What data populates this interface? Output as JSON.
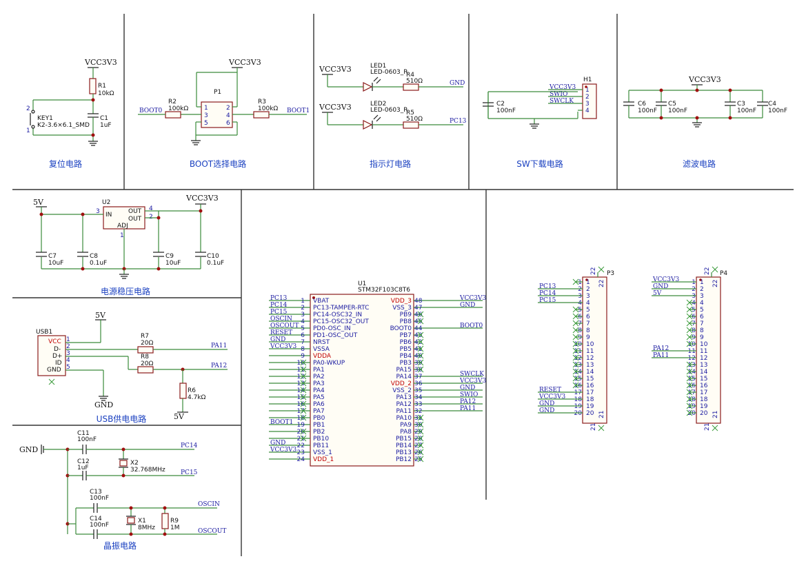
{
  "sections": {
    "reset": "复位电路",
    "boot": "BOOT选择电路",
    "led": "指示灯电路",
    "sw": "SW下载电路",
    "filter": "滤波电路",
    "power": "电源稳压电路",
    "usb": "USB供电电路",
    "crystal": "晶振电路"
  },
  "nets": {
    "vcc3v3": "VCC3V3",
    "v5": "5V",
    "gnd": "GND",
    "boot0": "BOOT0",
    "boot1": "BOOT1",
    "pc13": "PC13",
    "pc14": "PC14",
    "pc15": "PC15",
    "pa11": "PA11",
    "pa12": "PA12",
    "oscin": "OSCIN",
    "oscout": "OSCOUT",
    "swio": "SWIO",
    "swclk": "SWCLK",
    "reset": "RESET"
  },
  "parts": {
    "r1": {
      "ref": "R1",
      "val": "10kΩ"
    },
    "c1": {
      "ref": "C1",
      "val": "1uF"
    },
    "key1": {
      "ref": "KEY1",
      "val": "K2-3.6×6.1_SMD"
    },
    "r2": {
      "ref": "R2",
      "val": "100kΩ"
    },
    "r3": {
      "ref": "R3",
      "val": "100kΩ"
    },
    "p1": {
      "ref": "P1"
    },
    "led1": {
      "ref": "LED1",
      "val": "LED-0603_R"
    },
    "led2": {
      "ref": "LED2",
      "val": "LED-0603_R"
    },
    "r4": {
      "ref": "R4",
      "val": "510Ω"
    },
    "r5": {
      "ref": "R5",
      "val": "510Ω"
    },
    "h1": {
      "ref": "H1"
    },
    "c2": {
      "ref": "C2",
      "val": "100nF"
    },
    "c3": {
      "ref": "C3",
      "val": "100nF"
    },
    "c4": {
      "ref": "C4",
      "val": "100nF"
    },
    "c5": {
      "ref": "C5",
      "val": "100nF"
    },
    "c6": {
      "ref": "C6",
      "val": "100nF"
    },
    "u2": {
      "ref": "U2",
      "in": "IN",
      "out": "OUT",
      "adj": "ADJ"
    },
    "c7": {
      "ref": "C7",
      "val": "10uF"
    },
    "c8": {
      "ref": "C8",
      "val": "0.1uF"
    },
    "c9": {
      "ref": "C9",
      "val": "10uF"
    },
    "c10": {
      "ref": "C10",
      "val": "0.1uF"
    },
    "usb1": {
      "ref": "USB1",
      "vcc": "VCC",
      "dm": "D-",
      "dp": "D+",
      "id": "ID",
      "gnd": "GND"
    },
    "r6": {
      "ref": "R6",
      "val": "4.7kΩ"
    },
    "r7": {
      "ref": "R7",
      "val": "20Ω"
    },
    "r8": {
      "ref": "R8",
      "val": "20Ω"
    },
    "c11": {
      "ref": "C11",
      "val": "100nF"
    },
    "c12": {
      "ref": "C12",
      "val": "1uF"
    },
    "c13": {
      "ref": "C13",
      "val": "100nF"
    },
    "c14": {
      "ref": "C14",
      "val": "100nF"
    },
    "x1": {
      "ref": "X1",
      "val": "8MHz"
    },
    "x2": {
      "ref": "X2",
      "val": "32.768MHz"
    },
    "r9": {
      "ref": "R9",
      "val": "1M"
    },
    "u1": {
      "ref": "U1",
      "val": "STM32F103C8T6"
    },
    "p3": {
      "ref": "P3"
    },
    "p4": {
      "ref": "P4"
    }
  },
  "u1_left": [
    {
      "n": "1",
      "name": "VBAT",
      "net": "PC13",
      "red": false
    },
    {
      "n": "2",
      "name": "PC13-TAMPER-RTC",
      "net": "PC14",
      "red": false
    },
    {
      "n": "3",
      "name": "PC14-OSC32_IN",
      "net": "PC15",
      "red": false
    },
    {
      "n": "4",
      "name": "PC15-OSC32_OUT",
      "net": "OSCIN",
      "red": false
    },
    {
      "n": "5",
      "name": "PD0-OSC_IN",
      "net": "OSCOUT",
      "red": false
    },
    {
      "n": "6",
      "name": "PD1-OSC_OUT",
      "net": "RESET",
      "red": false
    },
    {
      "n": "7",
      "name": "NRST",
      "net": "GND",
      "red": false
    },
    {
      "n": "8",
      "name": "VSSA",
      "net": "VCC3V3",
      "red": false
    },
    {
      "n": "9",
      "name": "VDDA",
      "net": "",
      "red": true
    },
    {
      "n": "10",
      "name": "PA0-WKUP",
      "net": "",
      "red": false
    },
    {
      "n": "11",
      "name": "PA1",
      "net": "",
      "red": false
    },
    {
      "n": "12",
      "name": "PA2",
      "net": "",
      "red": false
    },
    {
      "n": "13",
      "name": "PA3",
      "net": "",
      "red": false
    },
    {
      "n": "14",
      "name": "PA4",
      "net": "",
      "red": false
    },
    {
      "n": "15",
      "name": "PA5",
      "net": "",
      "red": false
    },
    {
      "n": "16",
      "name": "PA6",
      "net": "",
      "red": false
    },
    {
      "n": "17",
      "name": "PA7",
      "net": "",
      "red": false
    },
    {
      "n": "18",
      "name": "PB0",
      "net": "",
      "red": false
    },
    {
      "n": "19",
      "name": "PB1",
      "net": "BOOT1",
      "red": false
    },
    {
      "n": "20",
      "name": "PB2",
      "net": "",
      "red": false
    },
    {
      "n": "21",
      "name": "PB10",
      "net": "",
      "red": false
    },
    {
      "n": "22",
      "name": "PB11",
      "net": "GND",
      "red": false
    },
    {
      "n": "23",
      "name": "VSS_1",
      "net": "VCC3V3",
      "red": false
    },
    {
      "n": "24",
      "name": "VDD_1",
      "net": "",
      "red": true
    }
  ],
  "u1_right": [
    {
      "n": "48",
      "name": "VDD_3",
      "net": "VCC3V3",
      "red": true
    },
    {
      "n": "47",
      "name": "VSS_3",
      "net": "GND",
      "red": false
    },
    {
      "n": "46",
      "name": "PB9",
      "net": "",
      "red": false
    },
    {
      "n": "45",
      "name": "PB8",
      "net": "",
      "red": false
    },
    {
      "n": "44",
      "name": "BOOT0",
      "net": "BOOT0",
      "red": false
    },
    {
      "n": "43",
      "name": "PB7",
      "net": "",
      "red": false
    },
    {
      "n": "42",
      "name": "PB6",
      "net": "",
      "red": false
    },
    {
      "n": "41",
      "name": "PB5",
      "net": "",
      "red": false
    },
    {
      "n": "40",
      "name": "PB4",
      "net": "",
      "red": false
    },
    {
      "n": "39",
      "name": "PB3",
      "net": "",
      "red": false
    },
    {
      "n": "38",
      "name": "PA15",
      "net": "",
      "red": false
    },
    {
      "n": "37",
      "name": "PA14",
      "net": "SWCLK",
      "red": false
    },
    {
      "n": "36",
      "name": "VDD_2",
      "net": "VCC3V3",
      "red": true
    },
    {
      "n": "35",
      "name": "VSS_2",
      "net": "GND",
      "red": false
    },
    {
      "n": "34",
      "name": "PA13",
      "net": "SWIO",
      "red": false
    },
    {
      "n": "33",
      "name": "PA12",
      "net": "PA12",
      "red": false
    },
    {
      "n": "32",
      "name": "PA11",
      "net": "PA11",
      "red": false
    },
    {
      "n": "31",
      "name": "PA10",
      "net": "",
      "red": false
    },
    {
      "n": "30",
      "name": "PA9",
      "net": "",
      "red": false
    },
    {
      "n": "29",
      "name": "PA8",
      "net": "",
      "red": false
    },
    {
      "n": "28",
      "name": "PB15",
      "net": "",
      "red": false
    },
    {
      "n": "27",
      "name": "PB14",
      "net": "",
      "red": false
    },
    {
      "n": "26",
      "name": "PB13",
      "net": "",
      "red": false
    },
    {
      "n": "25",
      "name": "PB12",
      "net": "",
      "red": false
    }
  ],
  "h1_nets": [
    "VCC3V3",
    "SWIO",
    "SWCLK",
    ""
  ],
  "p3_nets": [
    "",
    "PC13",
    "PC14",
    "PC15",
    "",
    "",
    "",
    "",
    "",
    "",
    "",
    "",
    "",
    "",
    "",
    "",
    "RESET",
    "VCC3V3",
    "GND",
    "GND"
  ],
  "p4_nets": [
    "VCC3V3",
    "GND",
    "5V",
    "",
    "",
    "",
    "",
    "",
    "",
    "",
    "PA12",
    "PA11",
    "",
    "",
    "",
    "",
    "",
    "",
    "",
    ""
  ]
}
